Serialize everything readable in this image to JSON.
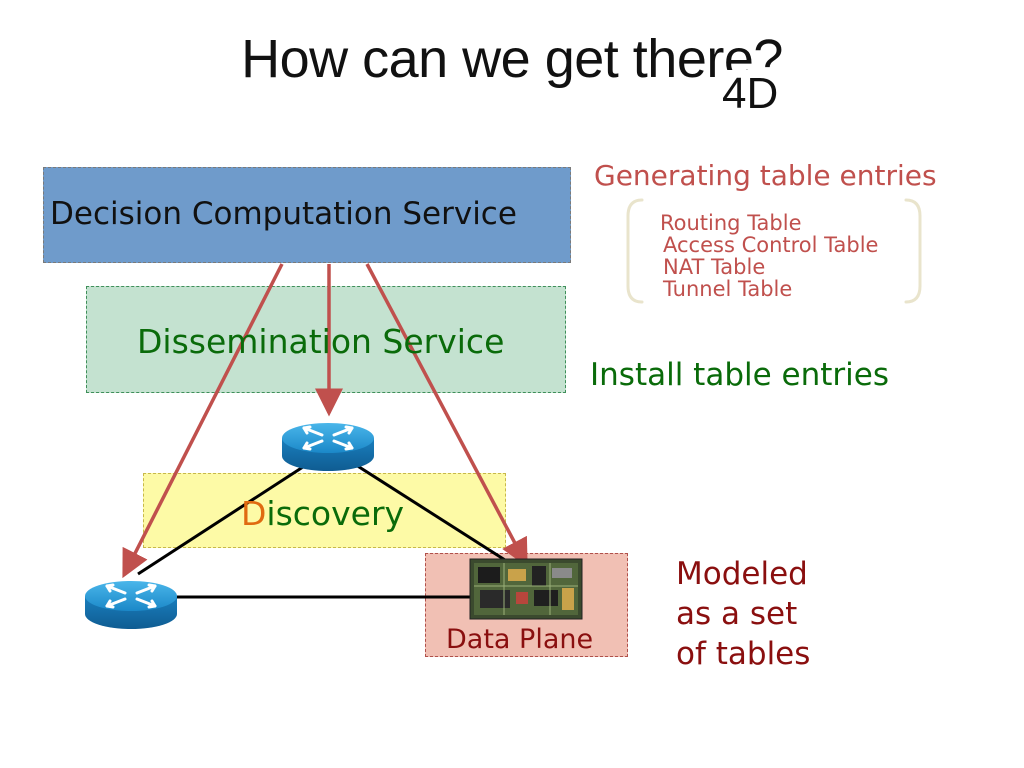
{
  "slide": {
    "title": "How can we get there?",
    "title_overlay": "4D"
  },
  "layers": {
    "decision": "Decision Computation Service",
    "dissemination": "Dissemination Service",
    "discovery_first": "D",
    "discovery_rest": "iscovery",
    "data_plane": "Data Plane"
  },
  "annotations": {
    "generating": "Generating table entries",
    "tables": [
      "Routing Table",
      "Access Control Table",
      "NAT Table",
      "Tunnel Table"
    ],
    "install": "Install table entries",
    "modeled": [
      "Modeled",
      "as a set",
      "of tables"
    ]
  },
  "colors": {
    "decision_fill": "#6f9bcb",
    "dissemination_fill": "#c4e2d0",
    "discovery_fill": "#fdfaa6",
    "data_plane_fill": "#f1c0b4",
    "arrow": "#c0504d",
    "green_text": "#0a6b0a",
    "router": "#1d8fcf"
  },
  "icons": [
    "router-icon",
    "switch-board-icon",
    "brace-icon"
  ]
}
